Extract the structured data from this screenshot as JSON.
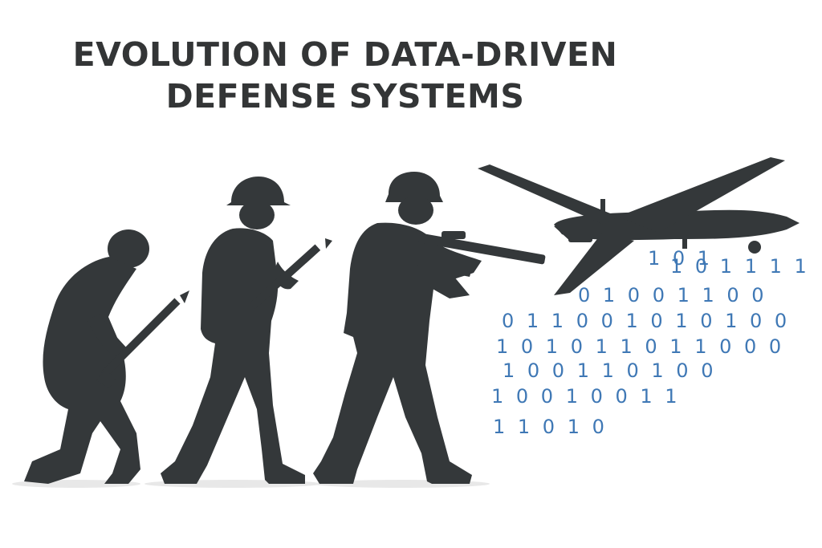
{
  "title": {
    "line1": "EVOLUTION OF DATA-DRIVEN",
    "line2": "DEFENSE SYSTEMS"
  },
  "colors": {
    "silhouette": "#34383a",
    "binary": "#3f78b5",
    "title": "#333536",
    "background": "#ffffff"
  },
  "figures": [
    {
      "name": "primitive-figure-with-spear",
      "icon": "caveman-silhouette"
    },
    {
      "name": "soldier-with-rifle",
      "icon": "soldier-silhouette"
    },
    {
      "name": "modern-soldier-aiming-rifle",
      "icon": "tactical-soldier-silhouette"
    },
    {
      "name": "drone",
      "icon": "uav-drone-silhouette"
    }
  ],
  "binary_rows": [
    "1 0 1",
    "1 0 1 1 1 1",
    "0 1 0 0 1 1 0 0",
    "0 1 1 0 0 1 0 1 0 1 0 0",
    "1 0 1 0 1 1 0 1 1 0 0 0",
    "1 0 0 1 1 0 1 0 0",
    "1 0 0 1 0 0 1 1",
    "1 1 0 1 0"
  ]
}
